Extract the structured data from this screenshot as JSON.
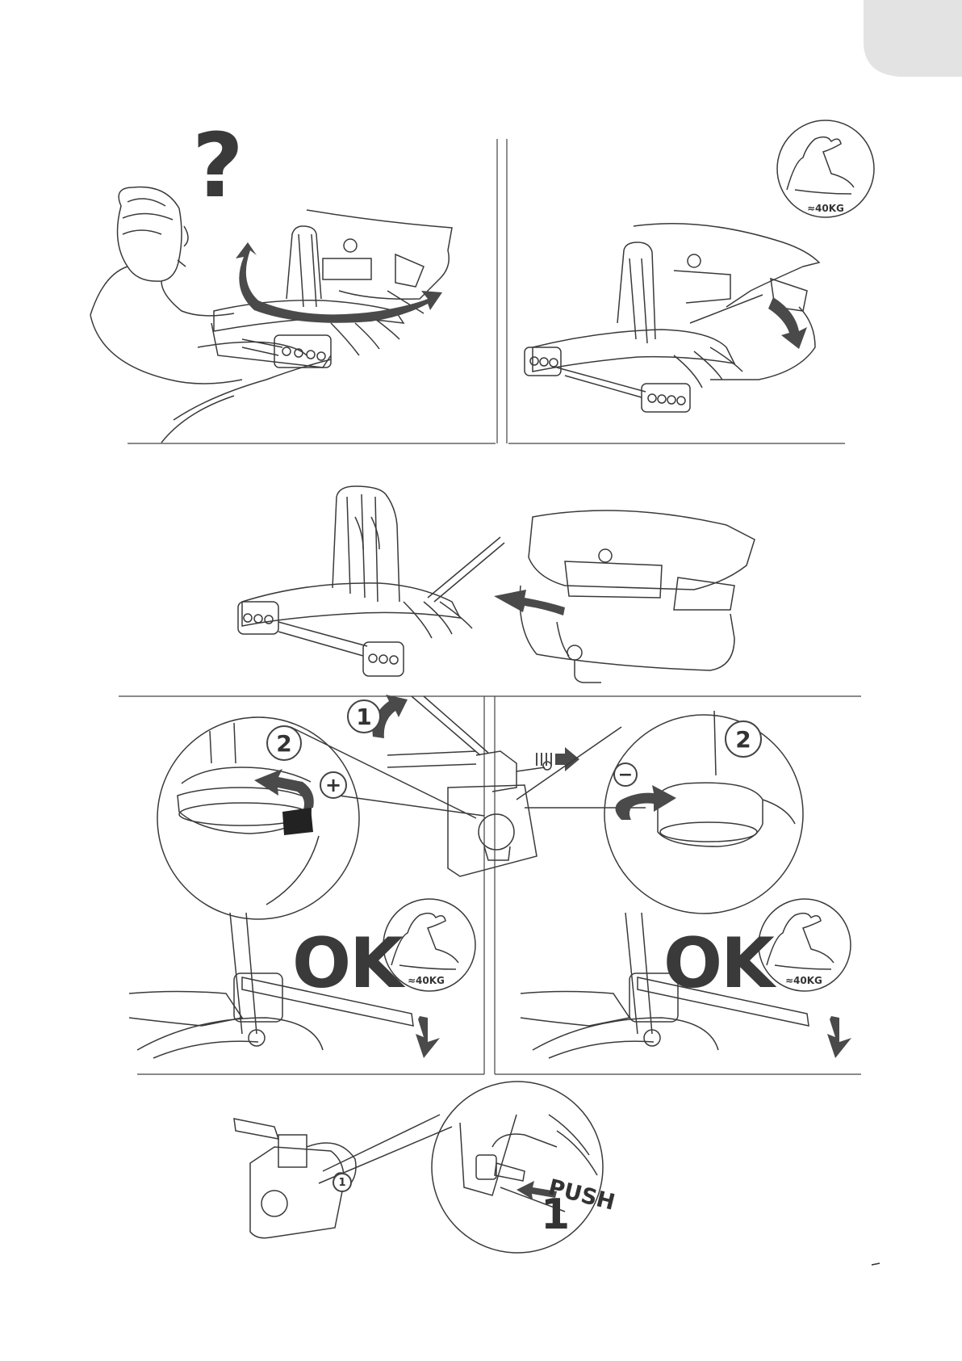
{
  "page": {
    "tab_color": "#e3e3e3",
    "line_color": "#333333",
    "arrow_color": "#4a4a4a"
  },
  "panel_top_left": {
    "question_mark": "?"
  },
  "panel_top_right": {
    "weight_label": "≈40KG"
  },
  "detail_left": {
    "step1": "1",
    "step2": "2",
    "plus_sign": "+",
    "ok_label": "OK",
    "weight_label": "≈40KG"
  },
  "detail_right": {
    "step2": "2",
    "minus_sign": "−",
    "ok_label": "OK",
    "weight_label": "≈40KG"
  },
  "bottom_detail": {
    "step_small": "1",
    "push_label": "PUSH",
    "step_big": "1"
  }
}
